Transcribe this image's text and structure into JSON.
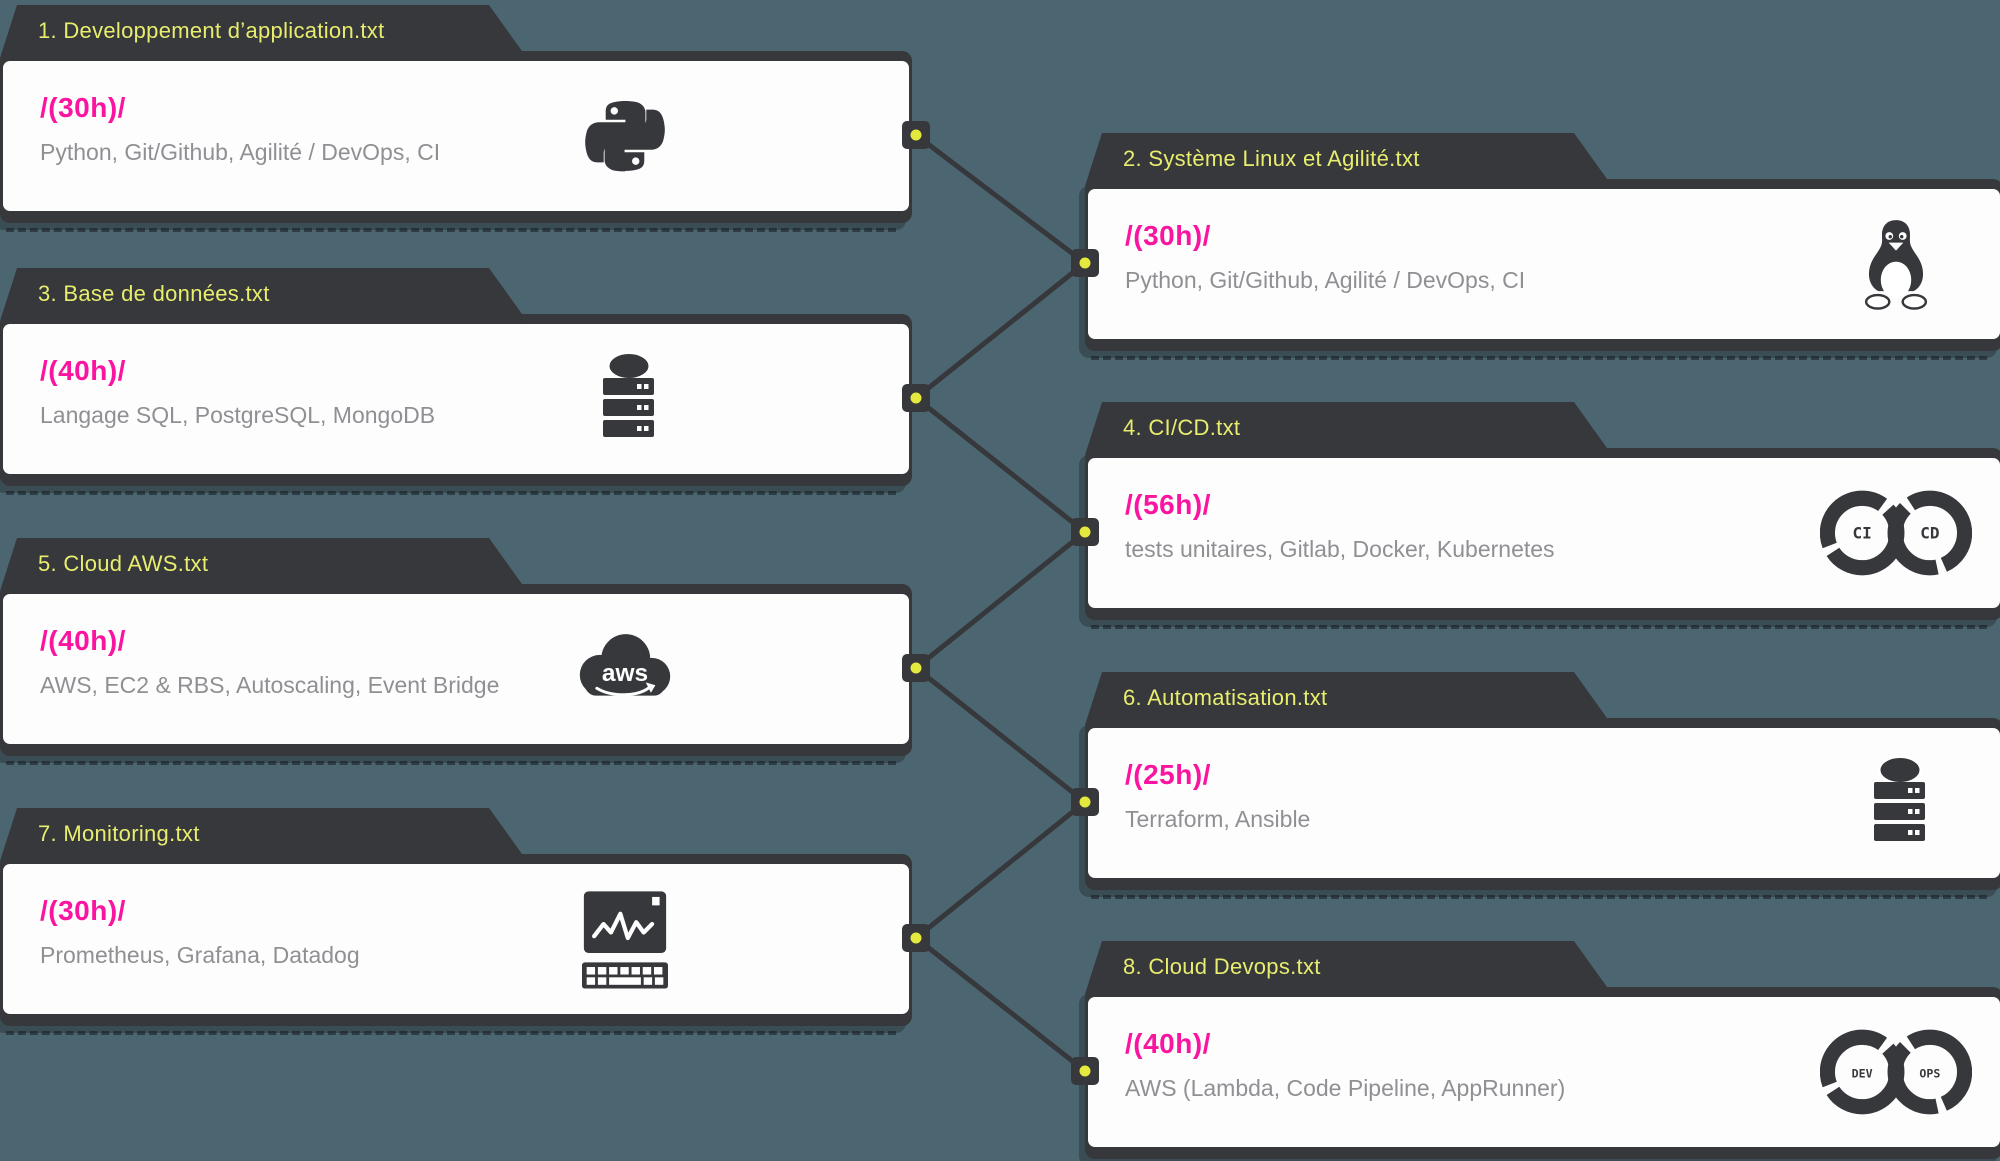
{
  "palette": {
    "background": "#4c6671",
    "card_dark": "#36383b",
    "card_white": "#fdfdfe",
    "title_yellow": "#e9ed6e",
    "hours_pink": "#fa14a0",
    "skills_gray": "#8f9093",
    "node_dot_yellow": "#e3ea3d",
    "wire_dark": "#36383b"
  },
  "cards": [
    {
      "id": 1,
      "column": "left",
      "title": "1. Developpement d’application.txt",
      "hours": "/(30h)/",
      "skills": "Python, Git/Github, Agilité / DevOps, CI",
      "icon": "python"
    },
    {
      "id": 2,
      "column": "right",
      "title": "2. Système Linux et Agilité.txt",
      "hours": "/(30h)/",
      "skills": "Python, Git/Github, Agilité / DevOps, CI",
      "icon": "linux-tux"
    },
    {
      "id": 3,
      "column": "left",
      "title": "3. Base de données.txt",
      "hours": "/(40h)/",
      "skills": "Langage SQL, PostgreSQL, MongoDB",
      "icon": "database"
    },
    {
      "id": 4,
      "column": "right",
      "title": "4. CI/CD.txt",
      "hours": "/(56h)/",
      "skills": "tests unitaires, Gitlab, Docker, Kubernetes",
      "icon": "cicd-infinity",
      "icon_text": [
        "CI",
        "CD"
      ]
    },
    {
      "id": 5,
      "column": "left",
      "title": "5. Cloud AWS.txt",
      "hours": "/(40h)/",
      "skills": "AWS, EC2 & RBS, Autoscaling, Event Bridge",
      "icon": "aws-cloud",
      "icon_text": [
        "aws"
      ]
    },
    {
      "id": 6,
      "column": "right",
      "title": "6. Automatisation.txt",
      "hours": "/(25h)/",
      "skills": "Terraform, Ansible",
      "icon": "database"
    },
    {
      "id": 7,
      "column": "left",
      "title": "7. Monitoring.txt",
      "hours": "/(30h)/",
      "skills": "Prometheus, Grafana, Datadog",
      "icon": "monitoring"
    },
    {
      "id": 8,
      "column": "right",
      "title": "8. Cloud Devops.txt",
      "hours": "/(40h)/",
      "skills": "AWS (Lambda, Code Pipeline, AppRunner)",
      "icon": "devops-infinity",
      "icon_text": [
        "DEV",
        "OPS"
      ]
    }
  ],
  "connections": [
    [
      1,
      2
    ],
    [
      3,
      2
    ],
    [
      3,
      4
    ],
    [
      5,
      4
    ],
    [
      5,
      6
    ],
    [
      7,
      6
    ],
    [
      7,
      8
    ]
  ]
}
